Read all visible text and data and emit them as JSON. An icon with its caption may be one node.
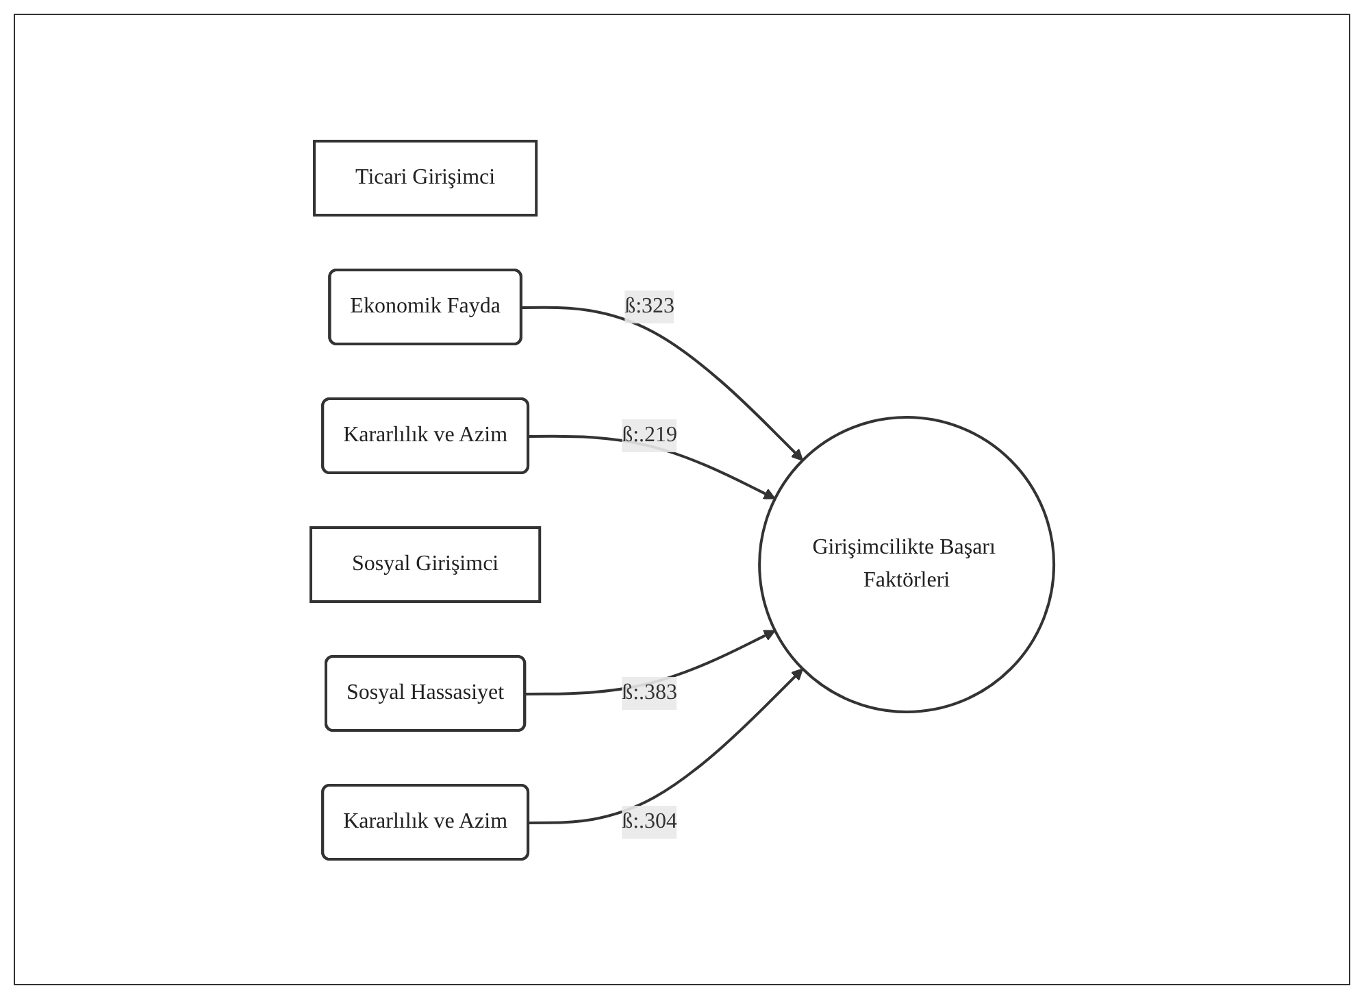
{
  "diagram": {
    "nodes": [
      {
        "text": [
          "Ticari Girişimci"
        ]
      },
      {
        "text": [
          "Ekonomik Fayda"
        ]
      },
      {
        "text": [
          "Kararlılık ve Azim"
        ]
      },
      {
        "text": [
          "Girişimcilikte Başarı Faktörleri"
        ]
      },
      {
        "text": [
          "Sosyal Girişimci"
        ]
      },
      {
        "text": [
          "Sosyal Hassasiyet"
        ]
      },
      {
        "text": [
          "Kararlılık ve Azim"
        ]
      }
    ],
    "edges": [
      {
        "from": 1,
        "to": 3,
        "arrow": "to",
        "label": "ß:323"
      },
      {
        "from": 2,
        "to": 3,
        "arrow": "to",
        "label": "ß:.219"
      },
      {
        "from": 5,
        "to": 3,
        "arrow": "to",
        "label": "ß:.383"
      },
      {
        "from": 6,
        "to": 3,
        "arrow": "to",
        "label": "ß:.304"
      }
    ]
  }
}
